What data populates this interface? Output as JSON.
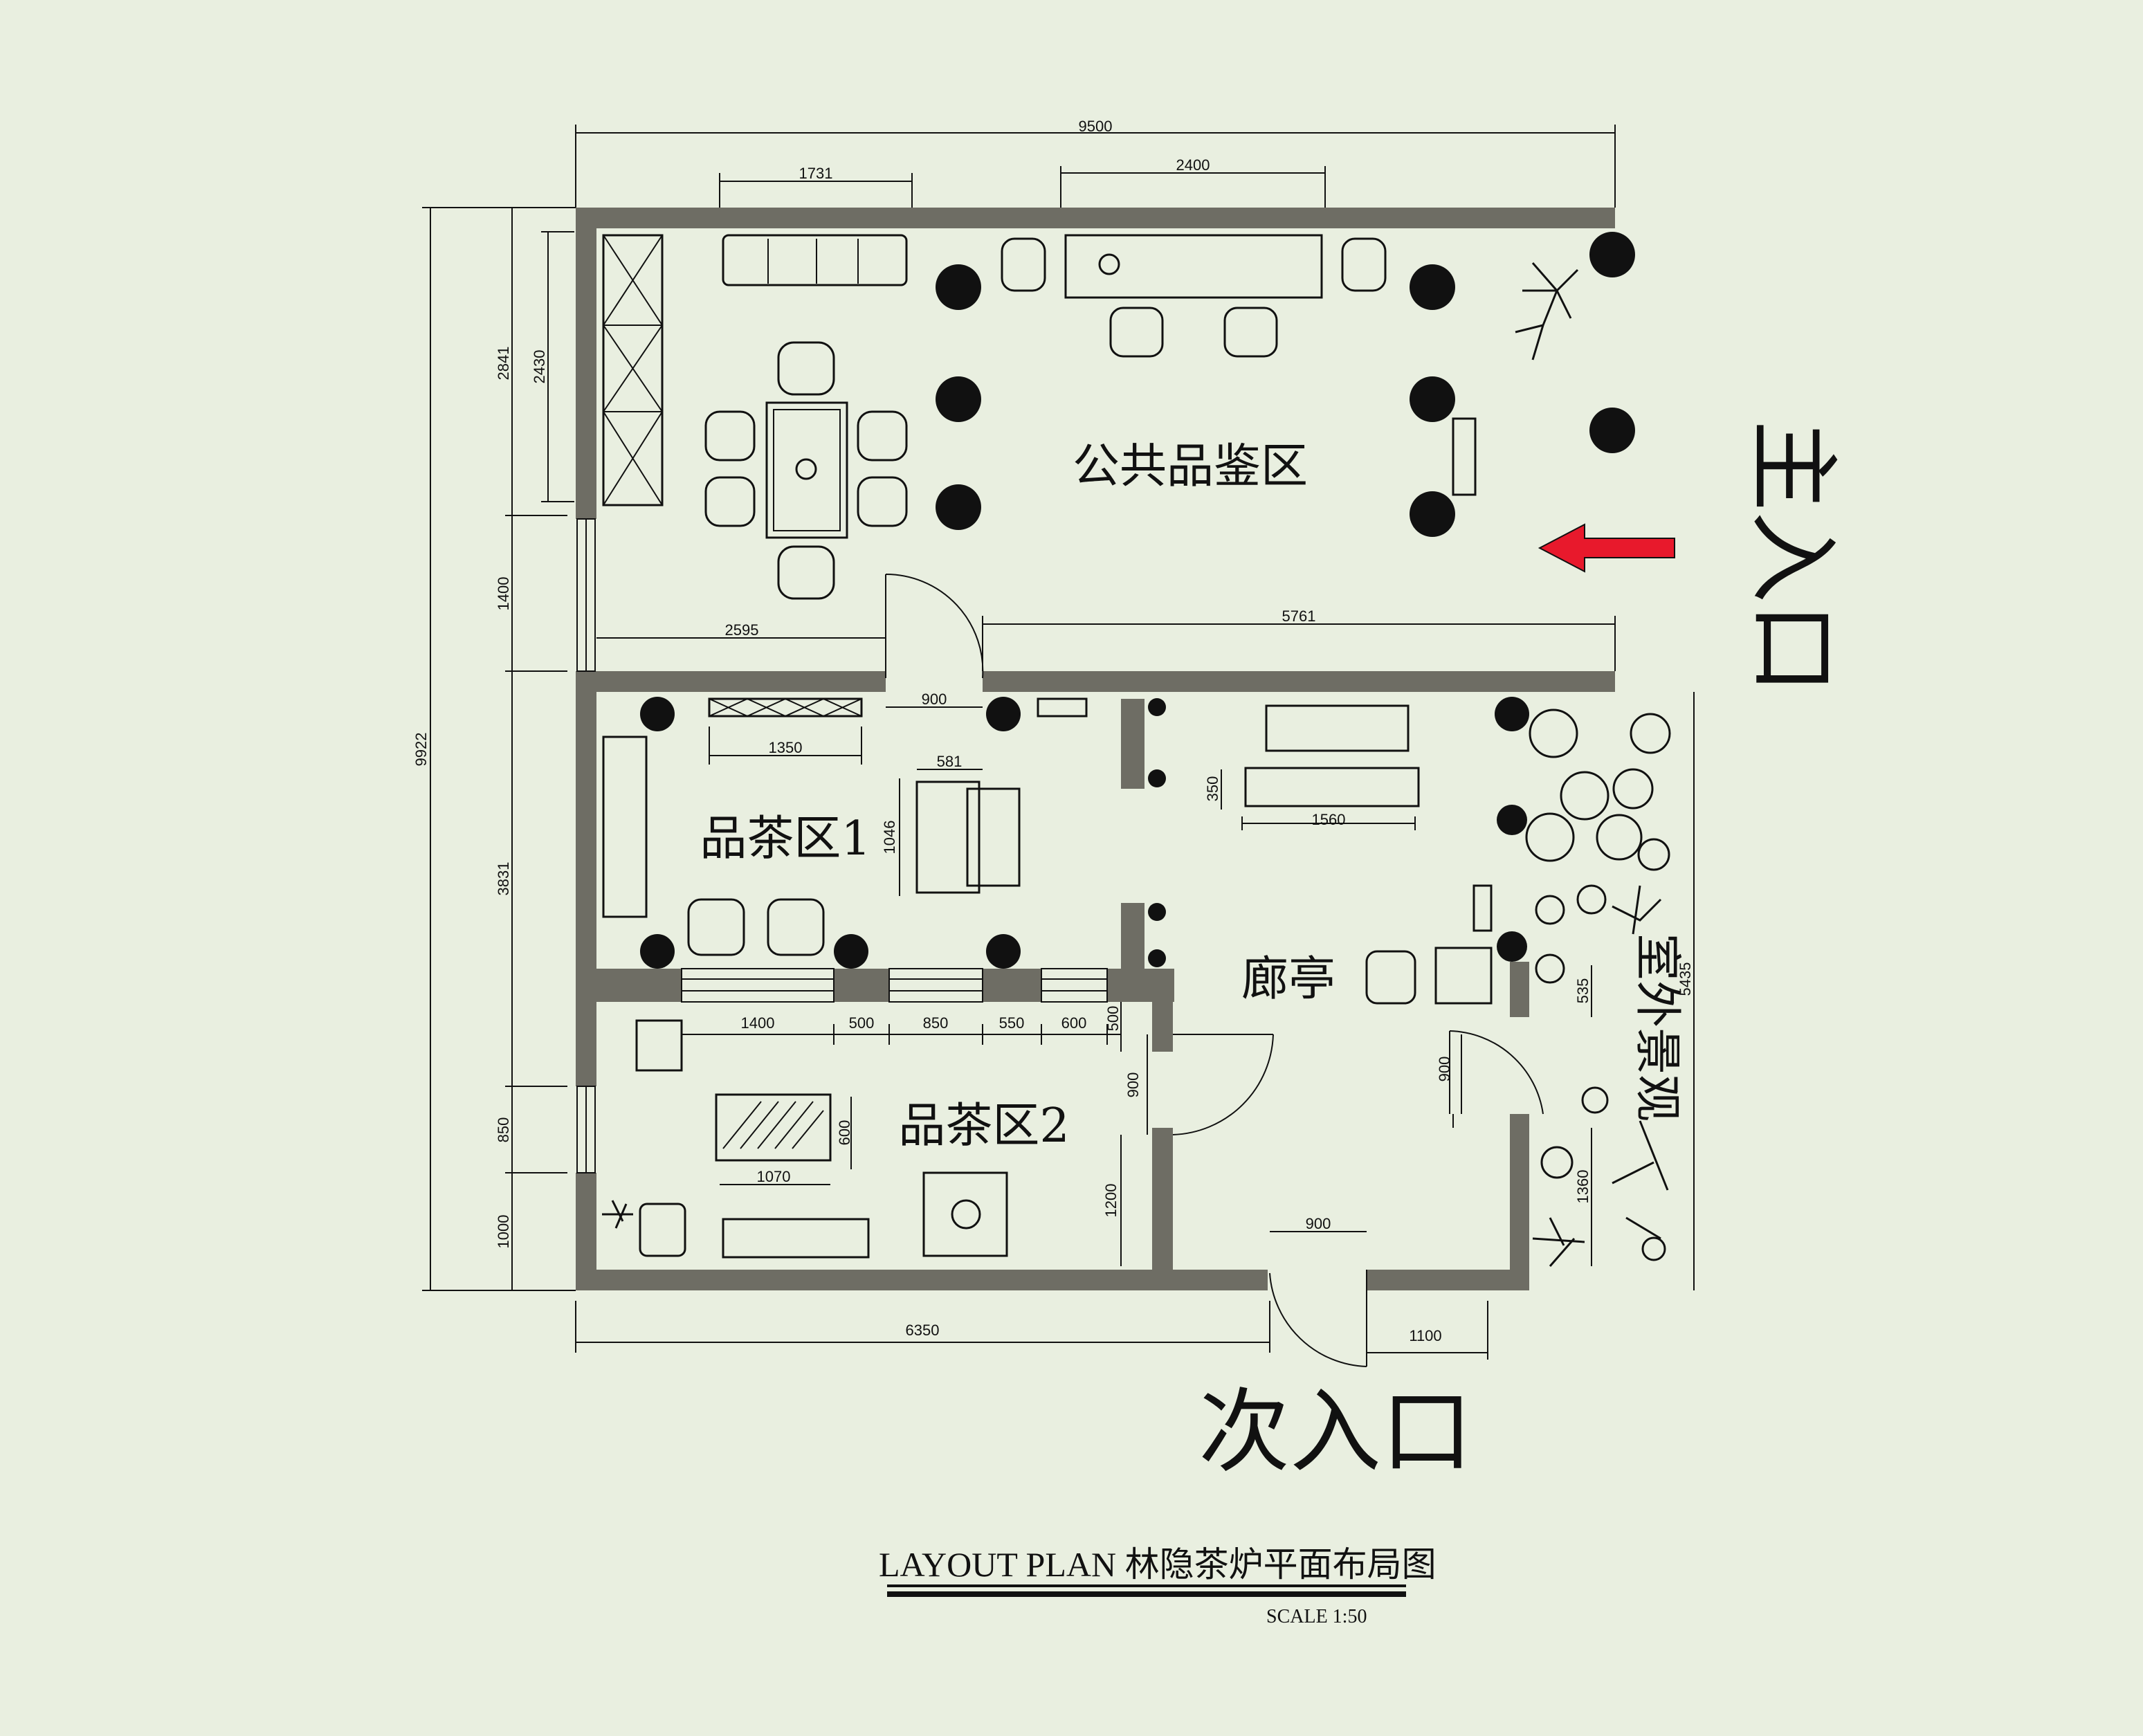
{
  "drawing": {
    "title": "LAYOUT   PLAN   林隐茶炉平面布局图",
    "scale": "SCALE   1:50"
  },
  "rooms": {
    "public": "公共品鉴区",
    "tea1": "品茶区1",
    "tea2": "品茶区2",
    "pavilion": "廊亭",
    "outdoor": "室外景观"
  },
  "entrances": {
    "main": "主入口",
    "secondary": "次入口"
  },
  "dimensions": {
    "overall_width": "9500",
    "overall_height": "9922",
    "sofa_top": "1731",
    "counter_top": "2400",
    "left_2841": "2841",
    "left_2430": "2430",
    "left_1400": "1400",
    "left_3831": "3831",
    "left_850": "850",
    "left_1000": "1000",
    "wall_2595": "2595",
    "wall_5761": "5761",
    "door_900_a": "900",
    "cab_1350": "1350",
    "table_581": "581",
    "table_1046": "1046",
    "bench_350": "350",
    "bench_1560": "1560",
    "p_1400": "1400",
    "p_500a": "500",
    "p_850": "850",
    "p_550": "550",
    "p_600": "600",
    "p_500b": "500",
    "door_900_b": "900",
    "door_900_c": "900",
    "door_900_d": "900",
    "table_600": "600",
    "table_1070": "1070",
    "h_1200": "1200",
    "bottom_6350": "6350",
    "bottom_1100": "1100",
    "r_535": "535",
    "r_5435": "5435",
    "r_1360": "1360"
  },
  "colors": {
    "background": "#e9efe0",
    "wall": "#6e6d64",
    "arrow": "#e8192c"
  },
  "icons": {
    "arrow": "left-arrow-icon",
    "column": "column-icon",
    "plant": "plant-icon"
  }
}
